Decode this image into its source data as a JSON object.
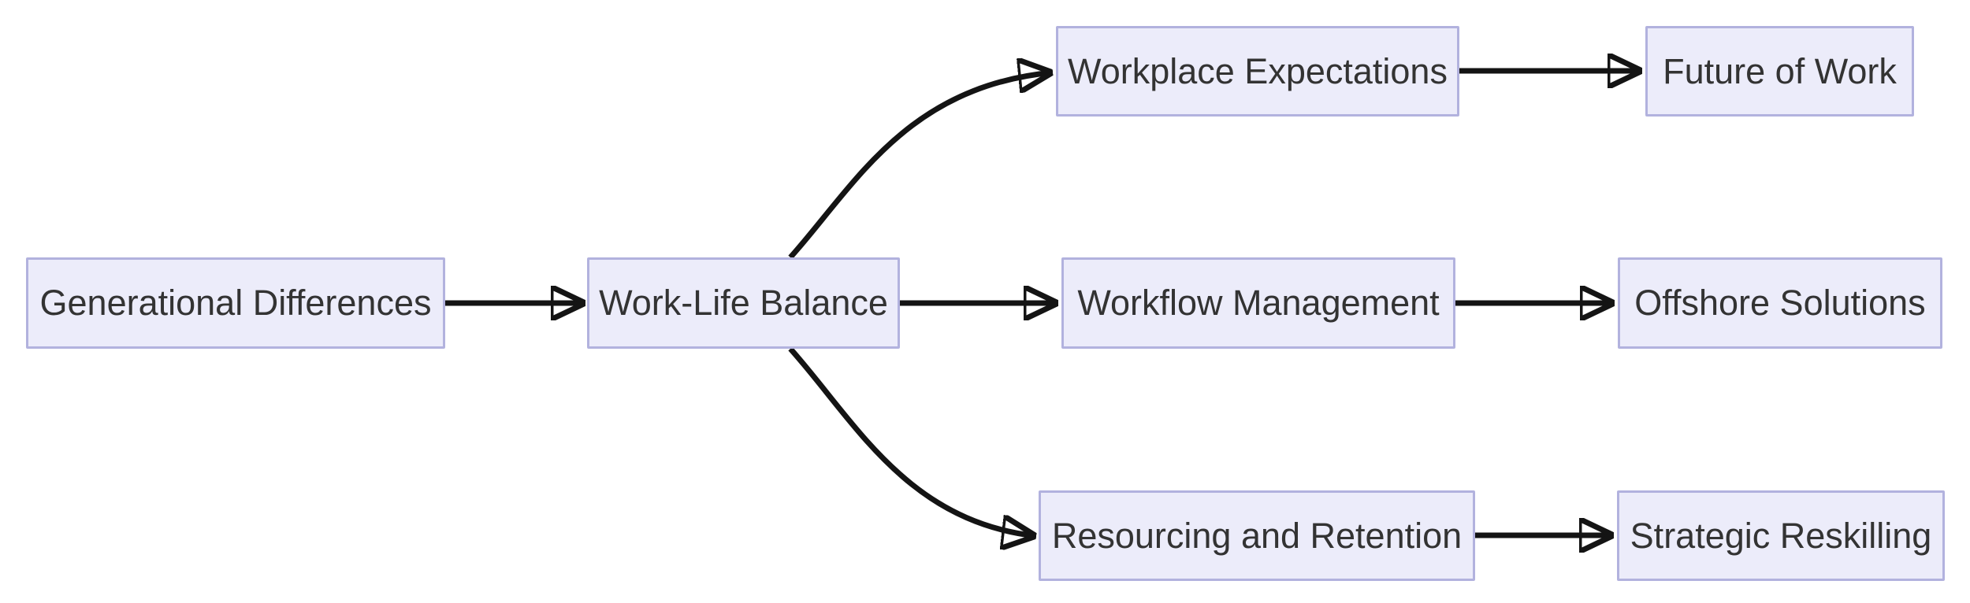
{
  "diagram": {
    "type": "flowchart-left-to-right",
    "nodes": [
      {
        "id": "gen",
        "label": "Generational Differences"
      },
      {
        "id": "wlb",
        "label": "Work-Life Balance"
      },
      {
        "id": "workplace",
        "label": "Workplace Expectations"
      },
      {
        "id": "future",
        "label": "Future of Work"
      },
      {
        "id": "workflow",
        "label": "Workflow Management"
      },
      {
        "id": "offshore",
        "label": "Offshore Solutions"
      },
      {
        "id": "resourcing",
        "label": "Resourcing and Retention"
      },
      {
        "id": "strategic",
        "label": "Strategic Reskilling"
      }
    ],
    "edges": [
      {
        "from": "Generational Differences",
        "to": "Work-Life Balance"
      },
      {
        "from": "Work-Life Balance",
        "to": "Workplace Expectations"
      },
      {
        "from": "Work-Life Balance",
        "to": "Workflow Management"
      },
      {
        "from": "Work-Life Balance",
        "to": "Resourcing and Retention"
      },
      {
        "from": "Workplace Expectations",
        "to": "Future of Work"
      },
      {
        "from": "Workflow Management",
        "to": "Offshore Solutions"
      },
      {
        "from": "Resourcing and Retention",
        "to": "Strategic Reskilling"
      }
    ]
  },
  "theme": {
    "canvas-bg": "#ffffff",
    "node-fill": "#ececfa",
    "node-border": "#b2b2de",
    "node-text": "#333333",
    "edge-color": "#141414"
  }
}
